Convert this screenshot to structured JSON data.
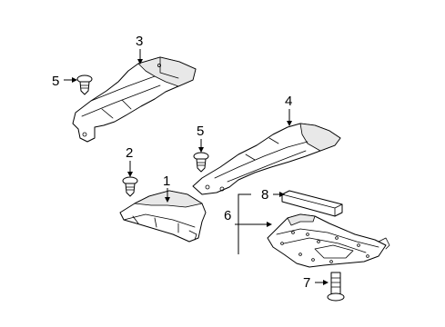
{
  "callouts": {
    "c1": "1",
    "c2": "2",
    "c3": "3",
    "c4": "4",
    "c5a": "5",
    "c5b": "5",
    "c6": "6",
    "c7": "7",
    "c8": "8"
  },
  "colors": {
    "line": "#000000",
    "background": "#ffffff",
    "shade": "#e8e8e8"
  }
}
